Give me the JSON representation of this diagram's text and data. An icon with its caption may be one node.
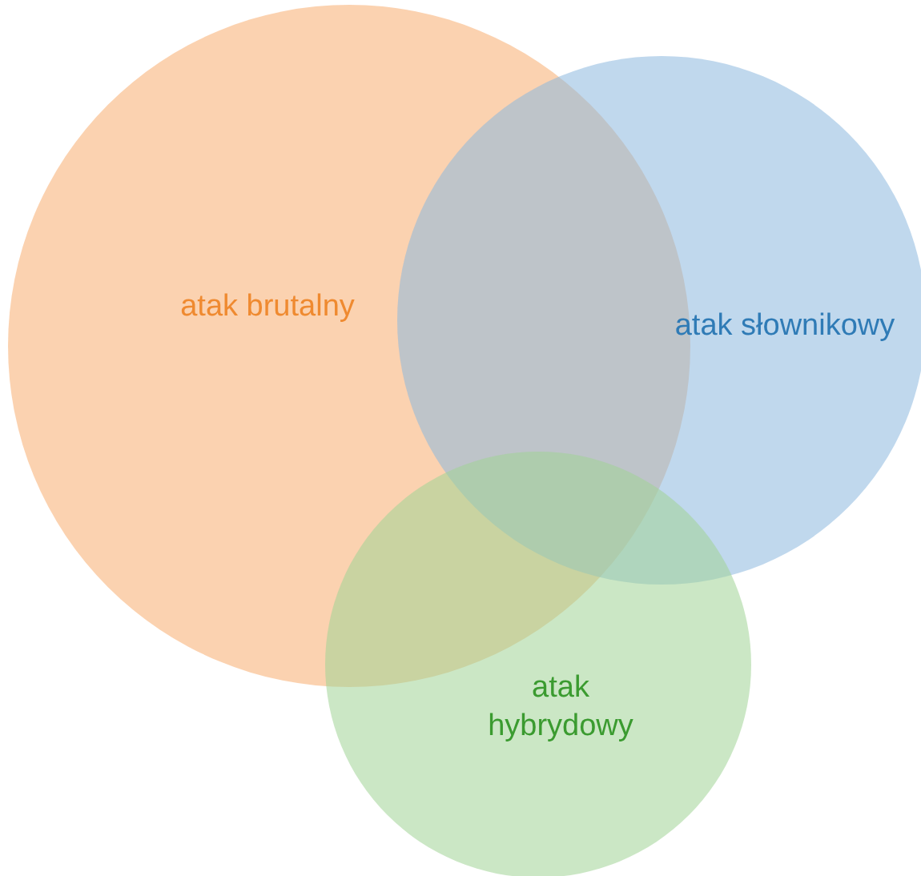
{
  "diagram": {
    "nodes": [
      {
        "text": [
          "atak brutalny"
        ]
      },
      {
        "text": [
          "atak słownikowy"
        ]
      },
      {
        "text": [
          "atak hybrydowy"
        ]
      }
    ]
  }
}
